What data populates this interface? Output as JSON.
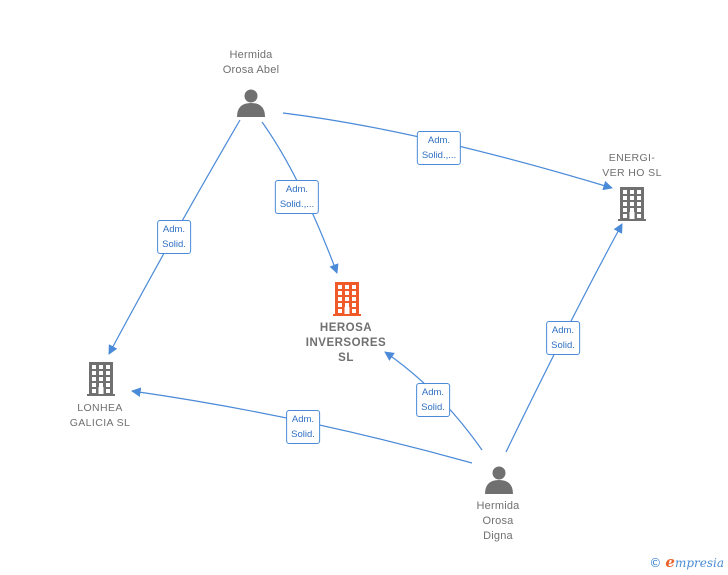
{
  "nodes": {
    "hermida_abel": {
      "label": "Hermida\nOrosa Abel",
      "type": "person",
      "icon": "person-icon",
      "color": "#707070"
    },
    "herosa": {
      "label": "HEROSA\nINVERSORES\nSL",
      "type": "company",
      "icon": "building-icon",
      "color": "#f05a28"
    },
    "energi": {
      "label": "ENERGI-\nVER HO  SL",
      "type": "company",
      "icon": "building-icon",
      "color": "#707070"
    },
    "lonhea": {
      "label": "LONHEA\nGALICIA  SL",
      "type": "company",
      "icon": "building-icon",
      "color": "#707070"
    },
    "hermida_digna": {
      "label": "Hermida\nOrosa\nDigna",
      "type": "person",
      "icon": "person-icon",
      "color": "#707070"
    }
  },
  "edges": [
    {
      "from": "hermida_abel",
      "to": "energi",
      "label": "Adm.\nSolid.,..."
    },
    {
      "from": "hermida_abel",
      "to": "herosa",
      "label": "Adm.\nSolid.,..."
    },
    {
      "from": "hermida_abel",
      "to": "lonhea",
      "label": "Adm.\nSolid."
    },
    {
      "from": "hermida_digna",
      "to": "energi",
      "label": "Adm.\nSolid."
    },
    {
      "from": "hermida_digna",
      "to": "herosa",
      "label": "Adm.\nSolid."
    },
    {
      "from": "hermida_digna",
      "to": "lonhea",
      "label": "Adm.\nSolid."
    }
  ],
  "colors": {
    "edge": "#4a8ad8",
    "edge_label_text": "#2f6fc2",
    "node_grey": "#707070",
    "highlight": "#f05a28"
  },
  "footer": {
    "symbol": "©",
    "brand_initial": "e",
    "brand_rest": "mpresia"
  }
}
